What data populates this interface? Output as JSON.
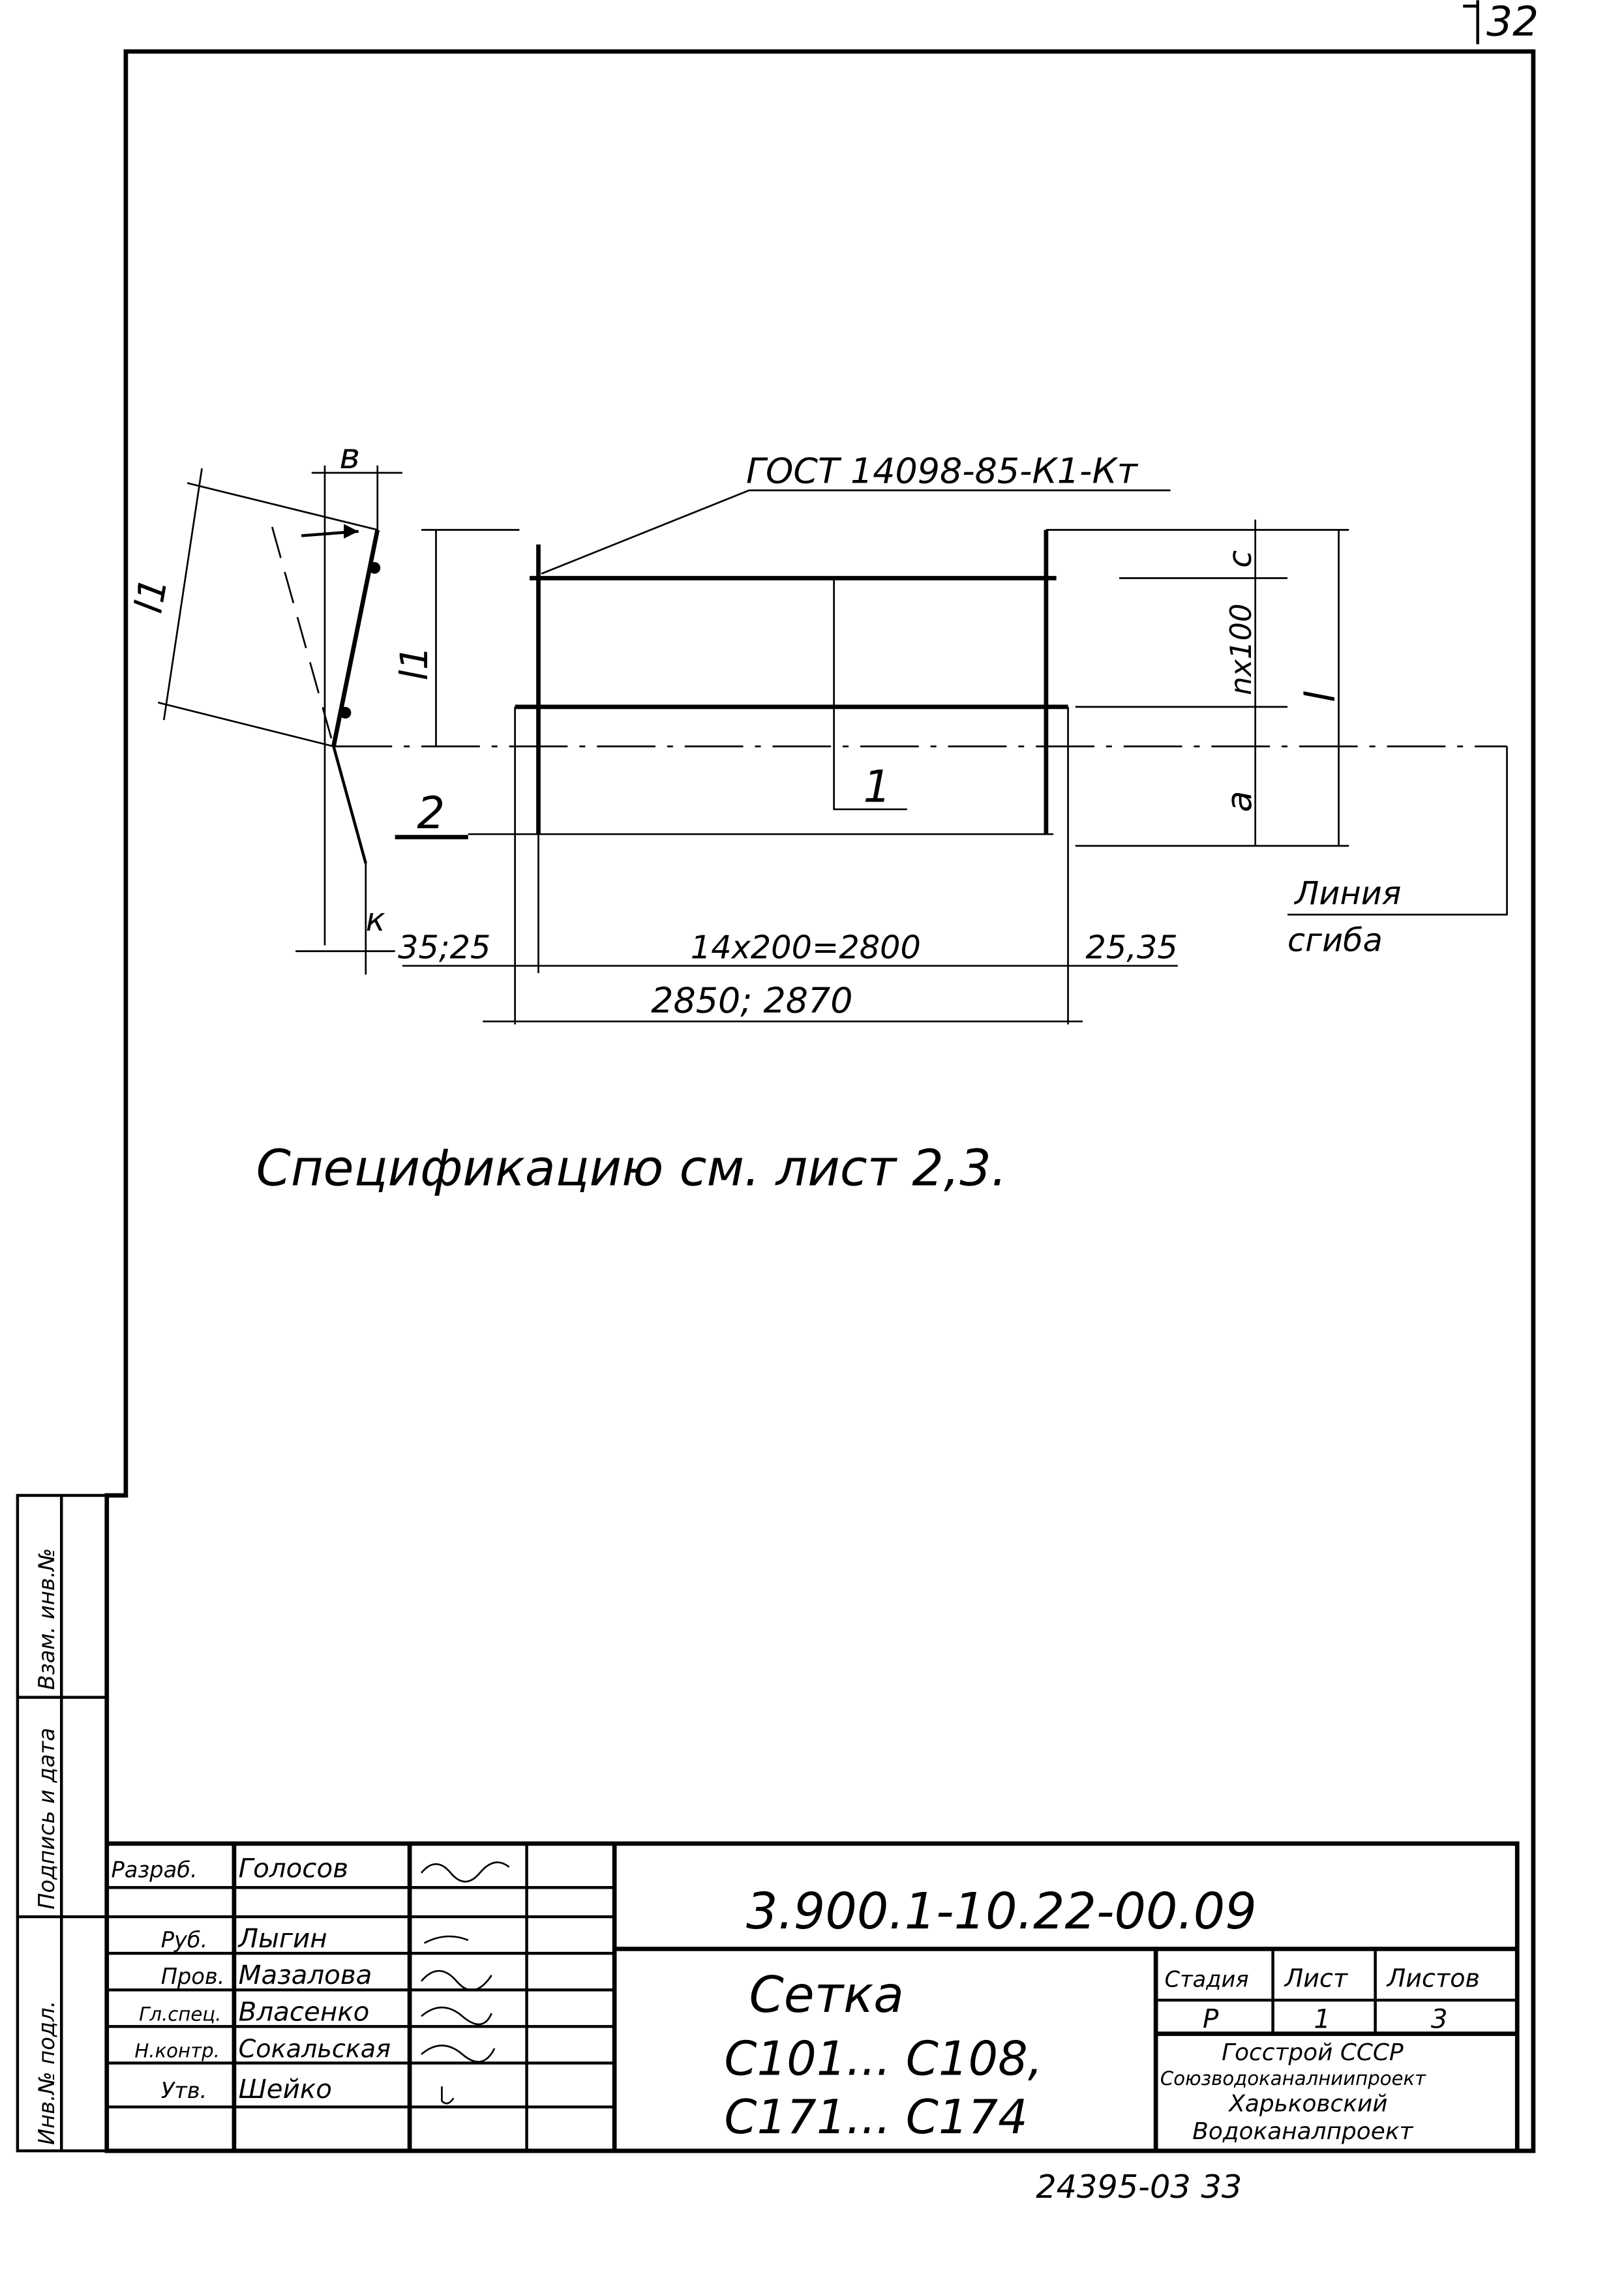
{
  "sheet_corner_number": "32",
  "drawing": {
    "leader_label": "ГОСТ 14098-85-К1-Кт",
    "dim_b": "в",
    "dim_l1_left": "l1",
    "dim_l1": "l1",
    "dim_c": "c",
    "dim_n100": "nx100",
    "dim_l": "l",
    "dim_a": "a",
    "dim_k": "к",
    "pos_1": "1",
    "pos_2": "2",
    "dim_left_offset": "35;25",
    "dim_spacing": "14x200=2800",
    "dim_right_offset": "25,35",
    "dim_total": "2850; 2870",
    "bend_line_label_1": "Линия",
    "bend_line_label_2": "сгиба"
  },
  "note": "Спецификацию см. лист 2,3.",
  "side_stamps": [
    "Взам. инв.№",
    "Подпись и дата",
    "Инв.№ подл."
  ],
  "title_block": {
    "designation": "3.900.1-10.22-00.09",
    "title_line1": "Сетка",
    "title_line2": "С101... С108,",
    "title_line3": "С171... С174",
    "roles": [
      {
        "role": "Разраб.",
        "name": "Голосов"
      },
      {
        "role": "",
        "name": ""
      },
      {
        "role": "Руб.",
        "name": "Лыгин"
      },
      {
        "role": "Пров.",
        "name": "Мазалова"
      },
      {
        "role": "Гл.спец.",
        "name": "Власенко"
      },
      {
        "role": "Н.контр.",
        "name": "Сокальская"
      },
      {
        "role": "Утв.",
        "name": "Шейко"
      }
    ],
    "stage_header": "Стадия",
    "sheet_header": "Лист",
    "sheets_header": "Листов",
    "stage_value": "Р",
    "sheet_value": "1",
    "sheets_value": "3",
    "org_line1": "Госстрой СССР",
    "org_line2": "Союзводоканалниипроект",
    "org_line3": "Харьковский",
    "org_line4": "Водоканалпроект"
  },
  "archive_number": "24395-03 33"
}
